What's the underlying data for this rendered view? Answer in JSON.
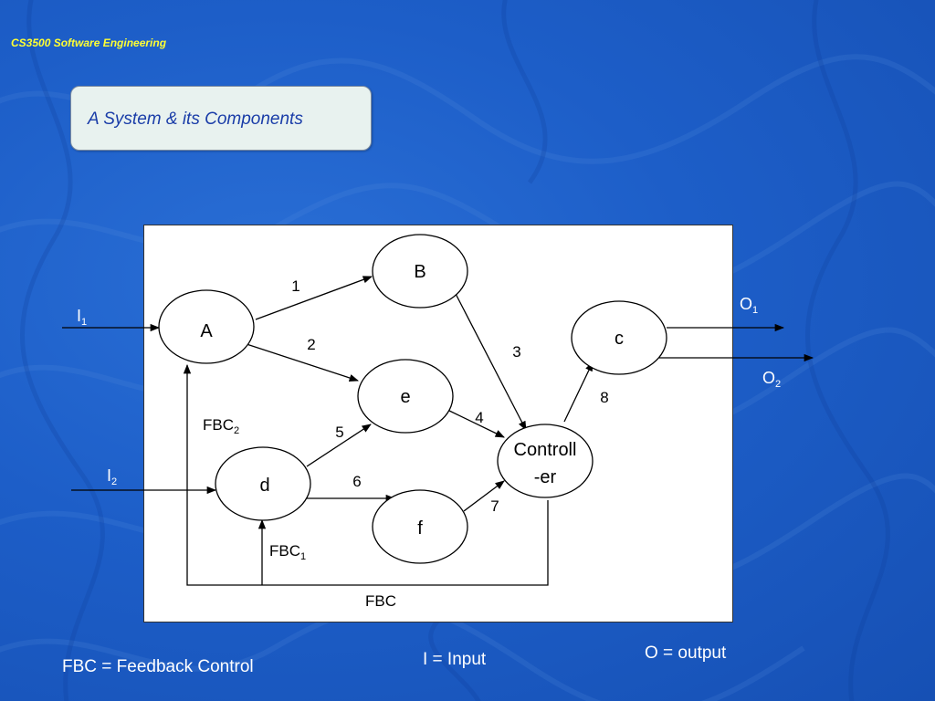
{
  "header": {
    "course": "CS3500 Software Engineering"
  },
  "title": "A System & its Components",
  "nodes": {
    "A": "A",
    "B": "B",
    "c": "c",
    "e": "e",
    "d": "d",
    "f": "f",
    "controller_line1": "Controll",
    "controller_line2": "-er"
  },
  "edge_labels": {
    "e1": "1",
    "e2": "2",
    "e3": "3",
    "e4": "4",
    "e5": "5",
    "e6": "6",
    "e7": "7",
    "e8": "8"
  },
  "inputs": {
    "i1_base": "I",
    "i1_sub": "1",
    "i2_base": "I",
    "i2_sub": "2"
  },
  "outputs": {
    "o1_base": "O",
    "o1_sub": "1",
    "o2_base": "O",
    "o2_sub": "2"
  },
  "feedback": {
    "fbc2_base": "FBC",
    "fbc2_sub": "2",
    "fbc1_base": "FBC",
    "fbc1_sub": "1",
    "fbc": "FBC"
  },
  "legend": {
    "fbc": "FBC = Feedback Control",
    "input": "I = Input",
    "output": "O = output"
  },
  "colors": {
    "background": "#1d5ec8",
    "header_text": "#ffff33",
    "title_text": "#1a3da8"
  }
}
